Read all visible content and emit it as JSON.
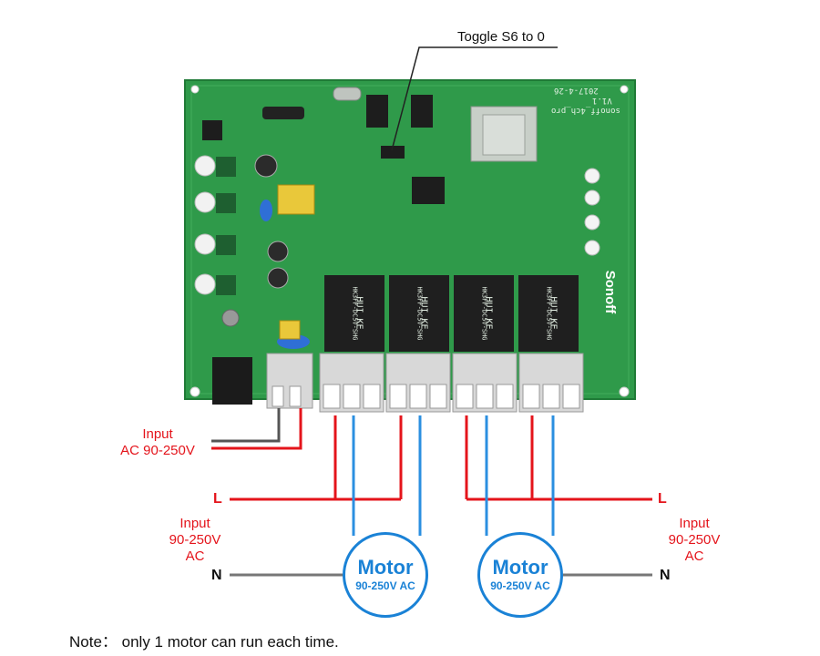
{
  "callout": {
    "toggle_label": "Toggle S6 to 0"
  },
  "board": {
    "silk_date": "2017-4-26",
    "silk_version": "V1.1",
    "silk_model": "sonoff_4ch_pro",
    "brand": "Sonoff",
    "relay_brand": "HUI KE",
    "relay_model": "HK3FF-DC5V-SHG"
  },
  "inputs": {
    "top_left_line1": "Input",
    "top_left_line2": "AC 90-250V",
    "left_line1": "Input",
    "left_line2": "90-250V",
    "left_line3": "AC",
    "right_line1": "Input",
    "right_line2": "90-250V",
    "right_line3": "AC",
    "live_left": "L",
    "live_right": "L",
    "neutral_left": "N",
    "neutral_right": "N"
  },
  "motors": [
    {
      "title": "Motor",
      "rating": "90-250V AC"
    },
    {
      "title": "Motor",
      "rating": "90-250V AC"
    }
  ],
  "note": "Note： only 1 motor can run each time.",
  "colors": {
    "board_green": "#2f9a4a",
    "live_red": "#e4141b",
    "neutral_blue": "#2b8fe0",
    "ground_gray": "#777777"
  }
}
